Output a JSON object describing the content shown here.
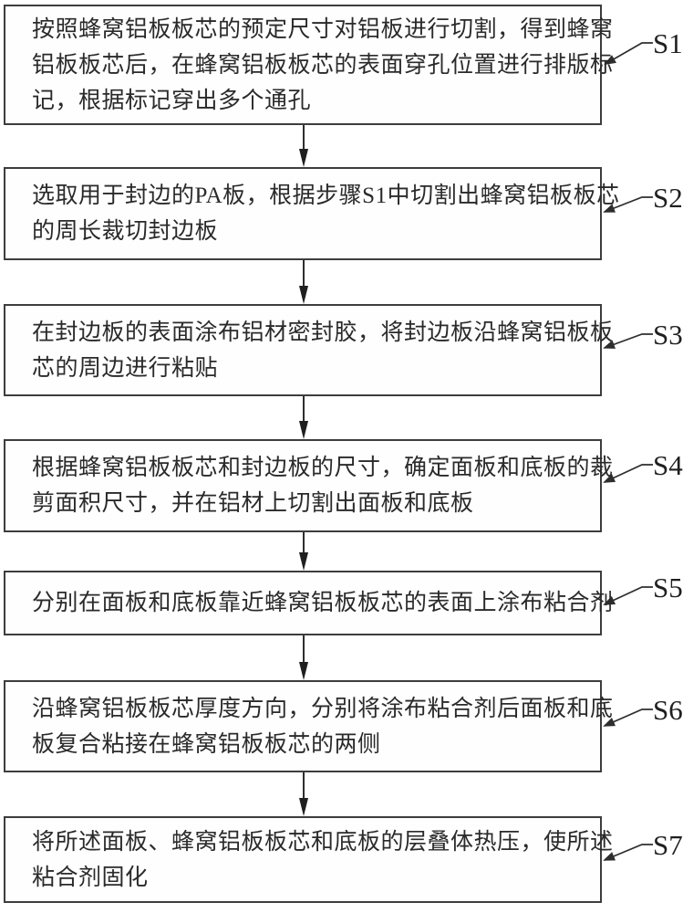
{
  "figure": {
    "type": "flowchart",
    "background": "#ffffff",
    "ink_color": "#2e2e2e",
    "border_color": "#3d3d3d",
    "flow_direction": "top-to-bottom"
  },
  "steps": [
    {
      "label": "S1",
      "lines": [
        "按照蜂窝铝板板芯的预定尺寸对铝板进行切割，得到蜂窝",
        "铝板板芯后，在蜂窝铝板板芯的表面穿孔位置进行排版标",
        "记，根据标记穿出多个通孔"
      ]
    },
    {
      "label": "S2",
      "lines": [
        "选取用于封边的PA板，根据步骤S1中切割出蜂窝铝板板芯",
        "的周长裁切封边板"
      ]
    },
    {
      "label": "S3",
      "lines": [
        "在封边板的表面涂布铝材密封胶，将封边板沿蜂窝铝板板",
        "芯的周边进行粘贴"
      ]
    },
    {
      "label": "S4",
      "lines": [
        "根据蜂窝铝板板芯和封边板的尺寸，确定面板和底板的裁",
        "剪面积尺寸，并在铝材上切割出面板和底板"
      ]
    },
    {
      "label": "S5",
      "lines": [
        "分别在面板和底板靠近蜂窝铝板板芯的表面上涂布粘合剂"
      ]
    },
    {
      "label": "S6",
      "lines": [
        "沿蜂窝铝板板芯厚度方向，分别将涂布粘合剂后面板和底",
        "板复合粘接在蜂窝铝板板芯的两侧"
      ]
    },
    {
      "label": "S7",
      "lines": [
        "将所述面板、蜂窝铝板板芯和底板的层叠体热压，使所述",
        "粘合剂固化"
      ]
    }
  ]
}
